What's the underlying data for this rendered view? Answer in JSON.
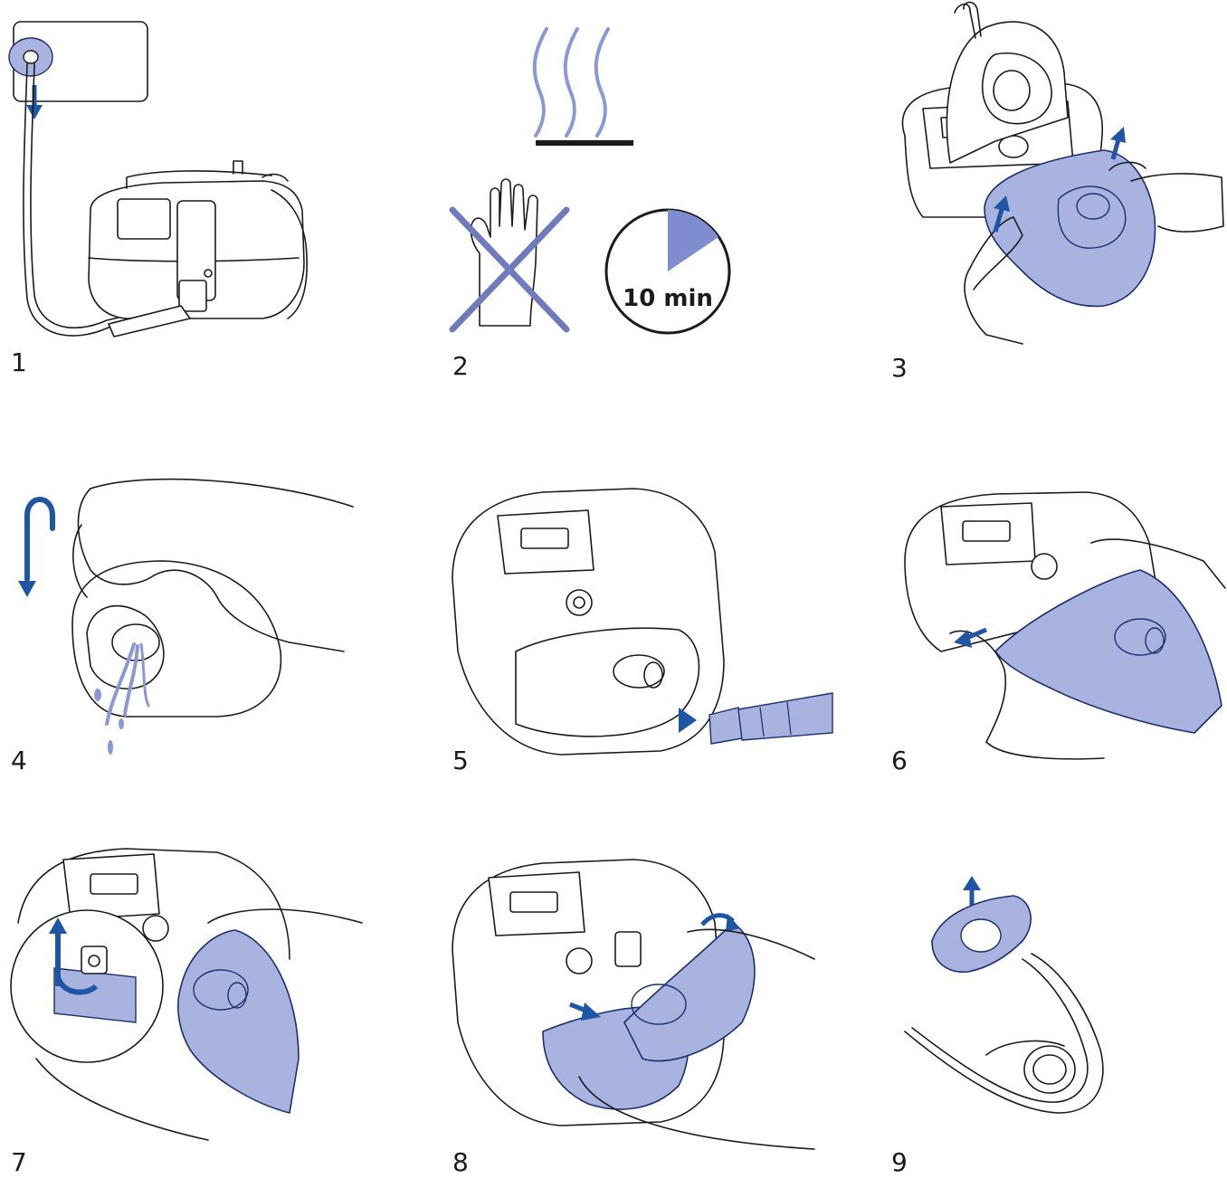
{
  "colors": {
    "accent_blue": "#1e55a5",
    "part_blue": "#a9b3e0",
    "timer_blue": "#7f8dd0",
    "line": "#1b1b1b"
  },
  "steps": [
    {
      "number": "1",
      "icon": "unplug-device-icon"
    },
    {
      "number": "2",
      "icon": "hot-surface-icon",
      "timer_label": "10 min"
    },
    {
      "number": "3",
      "icon": "lift-water-chamber-icon"
    },
    {
      "number": "4",
      "icon": "empty-water-chamber-icon"
    },
    {
      "number": "5",
      "icon": "detach-air-tube-icon"
    },
    {
      "number": "6",
      "icon": "remove-chamber-icon"
    },
    {
      "number": "7",
      "icon": "release-latch-icon"
    },
    {
      "number": "8",
      "icon": "reinsert-chamber-icon"
    },
    {
      "number": "9",
      "icon": "remove-seal-icon"
    }
  ]
}
